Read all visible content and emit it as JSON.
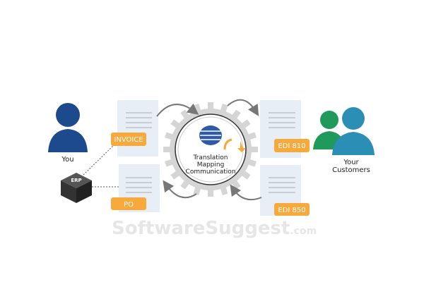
{
  "labels": {
    "you": "You",
    "erp": "ERP",
    "customers_line1": "Your",
    "customers_line2": "Customers",
    "center_line1": "Translation",
    "center_line2": "Mapping",
    "center_line3": "Communication"
  },
  "documents": {
    "invoice": "INVOICE",
    "po": "PO",
    "edi810": "EDI 810",
    "edi850": "EDI 850"
  },
  "watermark": "SoftwareSuggest",
  "watermark_suffix": ".com",
  "colors": {
    "you": "#1d4a8c",
    "customer_front": "#2b8fb5",
    "customer_back": "#1f9a5a",
    "badge": "#f7a93b",
    "doc": "#e8eef5",
    "gear": "#d5d5d5",
    "erp": "#3a3a3a"
  }
}
